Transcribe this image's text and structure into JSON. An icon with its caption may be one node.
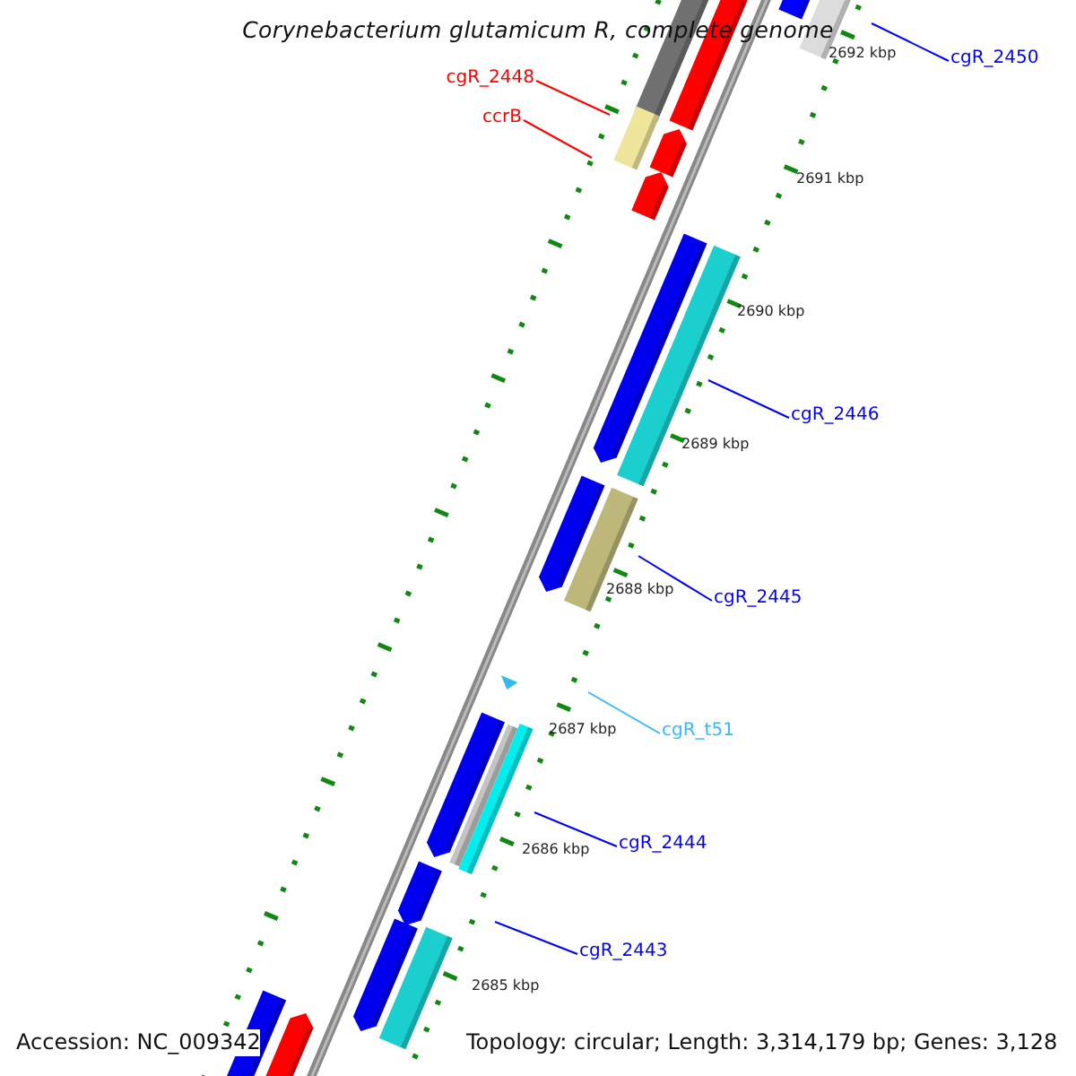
{
  "diagram": {
    "title": "Corynebacterium glutamicum R, complete genome",
    "nodes": [
      {
        "text": [
          "cgR_2450"
        ]
      },
      {
        "text": [
          "cgR_2448"
        ]
      },
      {
        "text": [
          "ccrB"
        ]
      },
      {
        "text": [
          "cgR_2446"
        ]
      },
      {
        "text": [
          "cgR_2445"
        ]
      },
      {
        "text": [
          "cgR_t51"
        ]
      },
      {
        "text": [
          "cgR_2444"
        ]
      },
      {
        "text": [
          "cgR_2443"
        ]
      }
    ],
    "edges": [
      {
        "from": 0,
        "to": null,
        "arrow": "none"
      },
      {
        "from": 1,
        "to": null,
        "arrow": "none",
        "color": "#ff0000"
      },
      {
        "from": 2,
        "to": null,
        "arrow": "none",
        "color": "#ff0000"
      },
      {
        "from": 3,
        "to": null,
        "arrow": "none"
      },
      {
        "from": 4,
        "to": null,
        "arrow": "none"
      },
      {
        "from": 5,
        "to": null,
        "arrow": "none",
        "color": "#33bbff"
      },
      {
        "from": 6,
        "to": null,
        "arrow": "none"
      },
      {
        "from": 7,
        "to": null,
        "arrow": "none"
      }
    ],
    "labels": [
      "2692 kbp",
      "2691 kbp",
      "2690 kbp",
      "2689 kbp",
      "2688 kbp",
      "2687 kbp",
      "2686 kbp",
      "2685 kbp",
      "Accession: NC_009342",
      "Topology: circular; Length: 3,314,179 bp; Genes: 3,128"
    ]
  }
}
